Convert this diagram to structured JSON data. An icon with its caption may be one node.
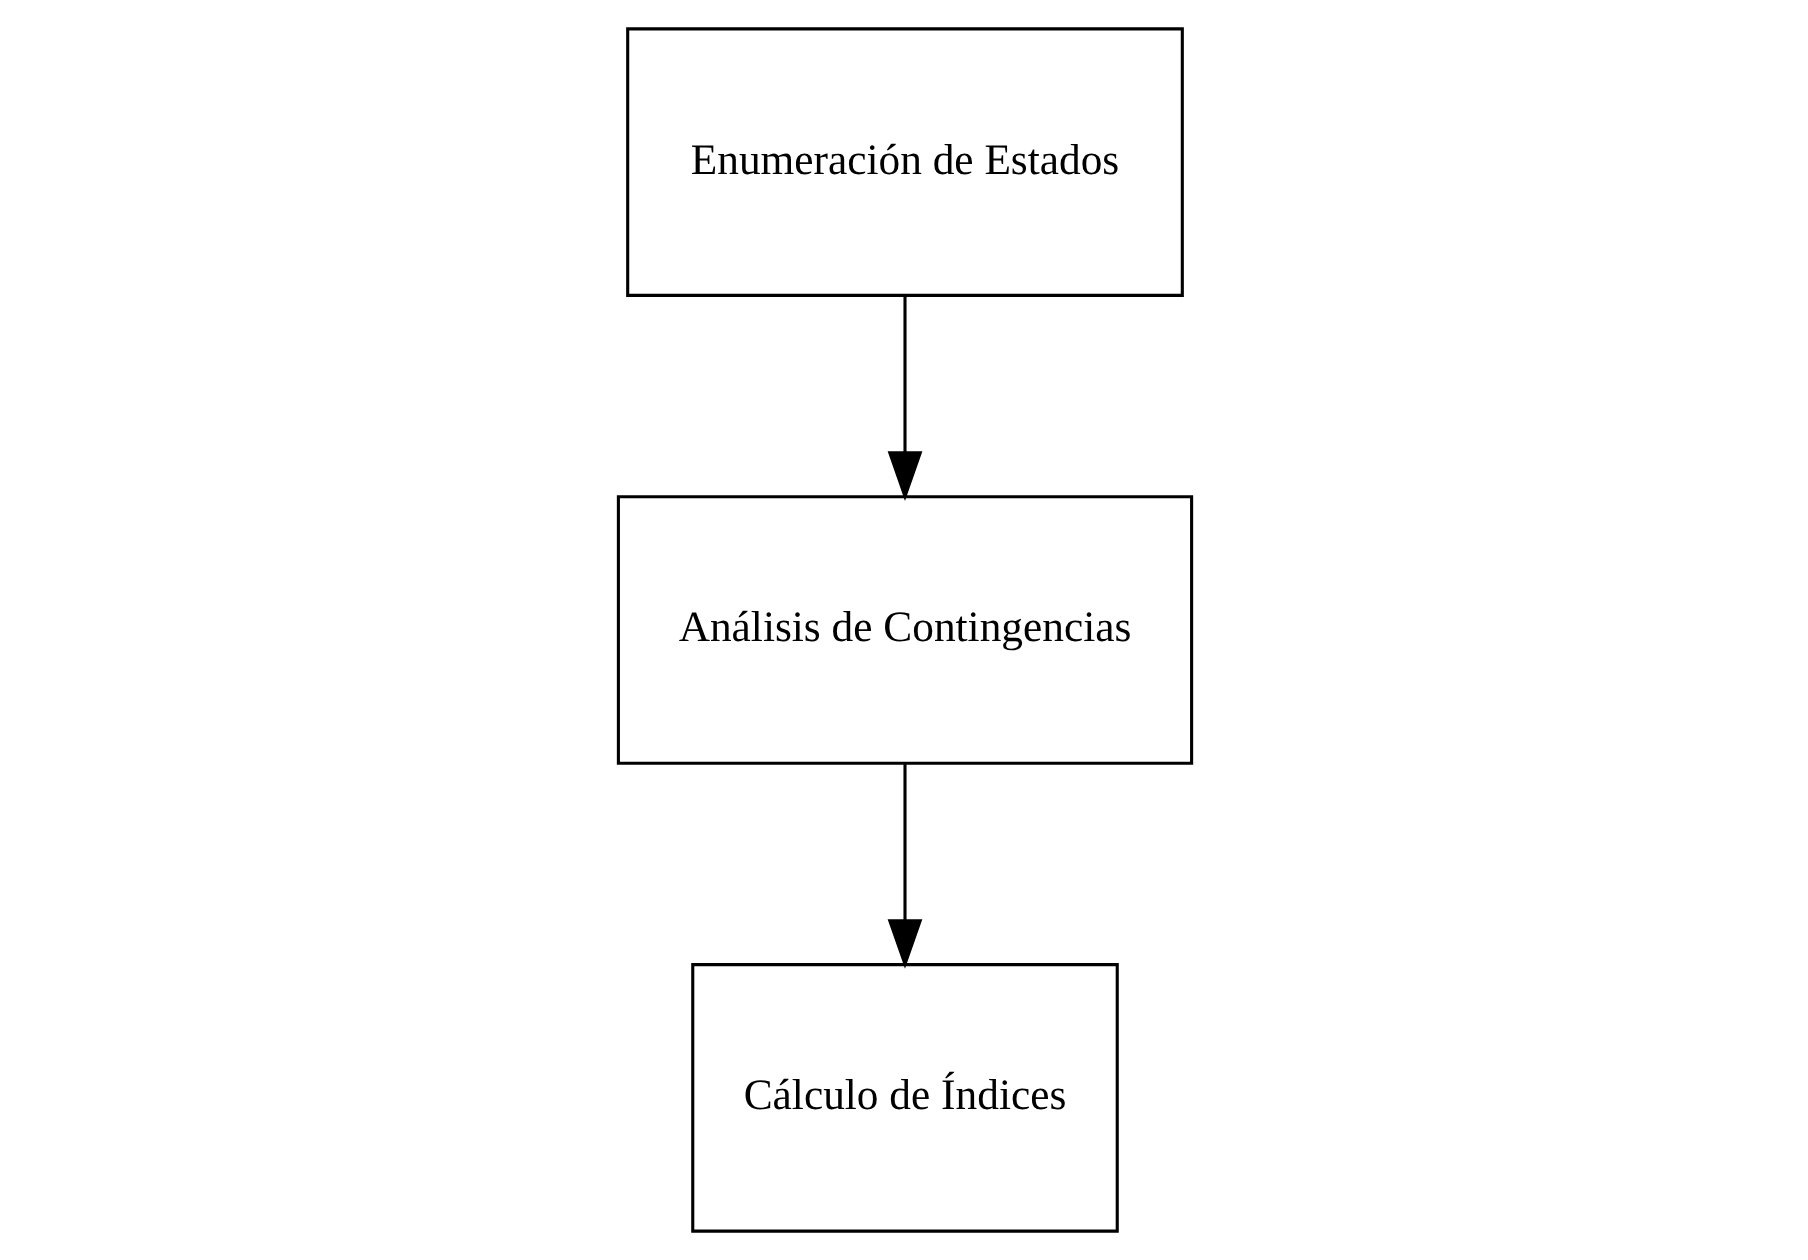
{
  "diagram": {
    "nodes": [
      {
        "text": [
          "Enumeración de Estados"
        ]
      },
      {
        "text": [
          "Análisis de Contingencias"
        ]
      },
      {
        "text": [
          "Cálculo de Índices"
        ]
      }
    ],
    "edges": [
      {
        "from": 0,
        "to": 1,
        "arrow": "to"
      },
      {
        "from": 1,
        "to": 2,
        "arrow": "to"
      }
    ]
  }
}
